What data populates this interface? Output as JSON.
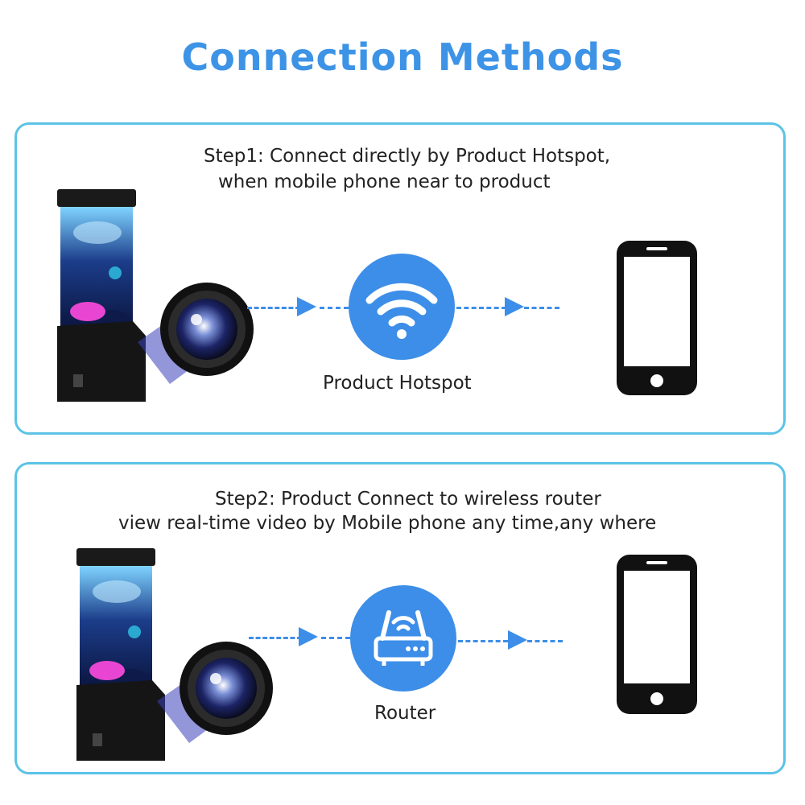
{
  "page": {
    "title": "Connection Methods"
  },
  "step1": {
    "line1": "Step1: Connect directly by Product Hotspot,",
    "line2": "when mobile phone near to product",
    "hub_icon": "wifi-icon",
    "hub_label": "Product Hotspot"
  },
  "step2": {
    "line1": "Step2: Product Connect to wireless router",
    "line2": "view real-time video by Mobile phone any time,any where",
    "hub_icon": "router-icon",
    "hub_label": "Router"
  },
  "colors": {
    "title": "#3d93e6",
    "accent_blue": "#3d8ee8",
    "panel_border": "#5cc3e6"
  }
}
